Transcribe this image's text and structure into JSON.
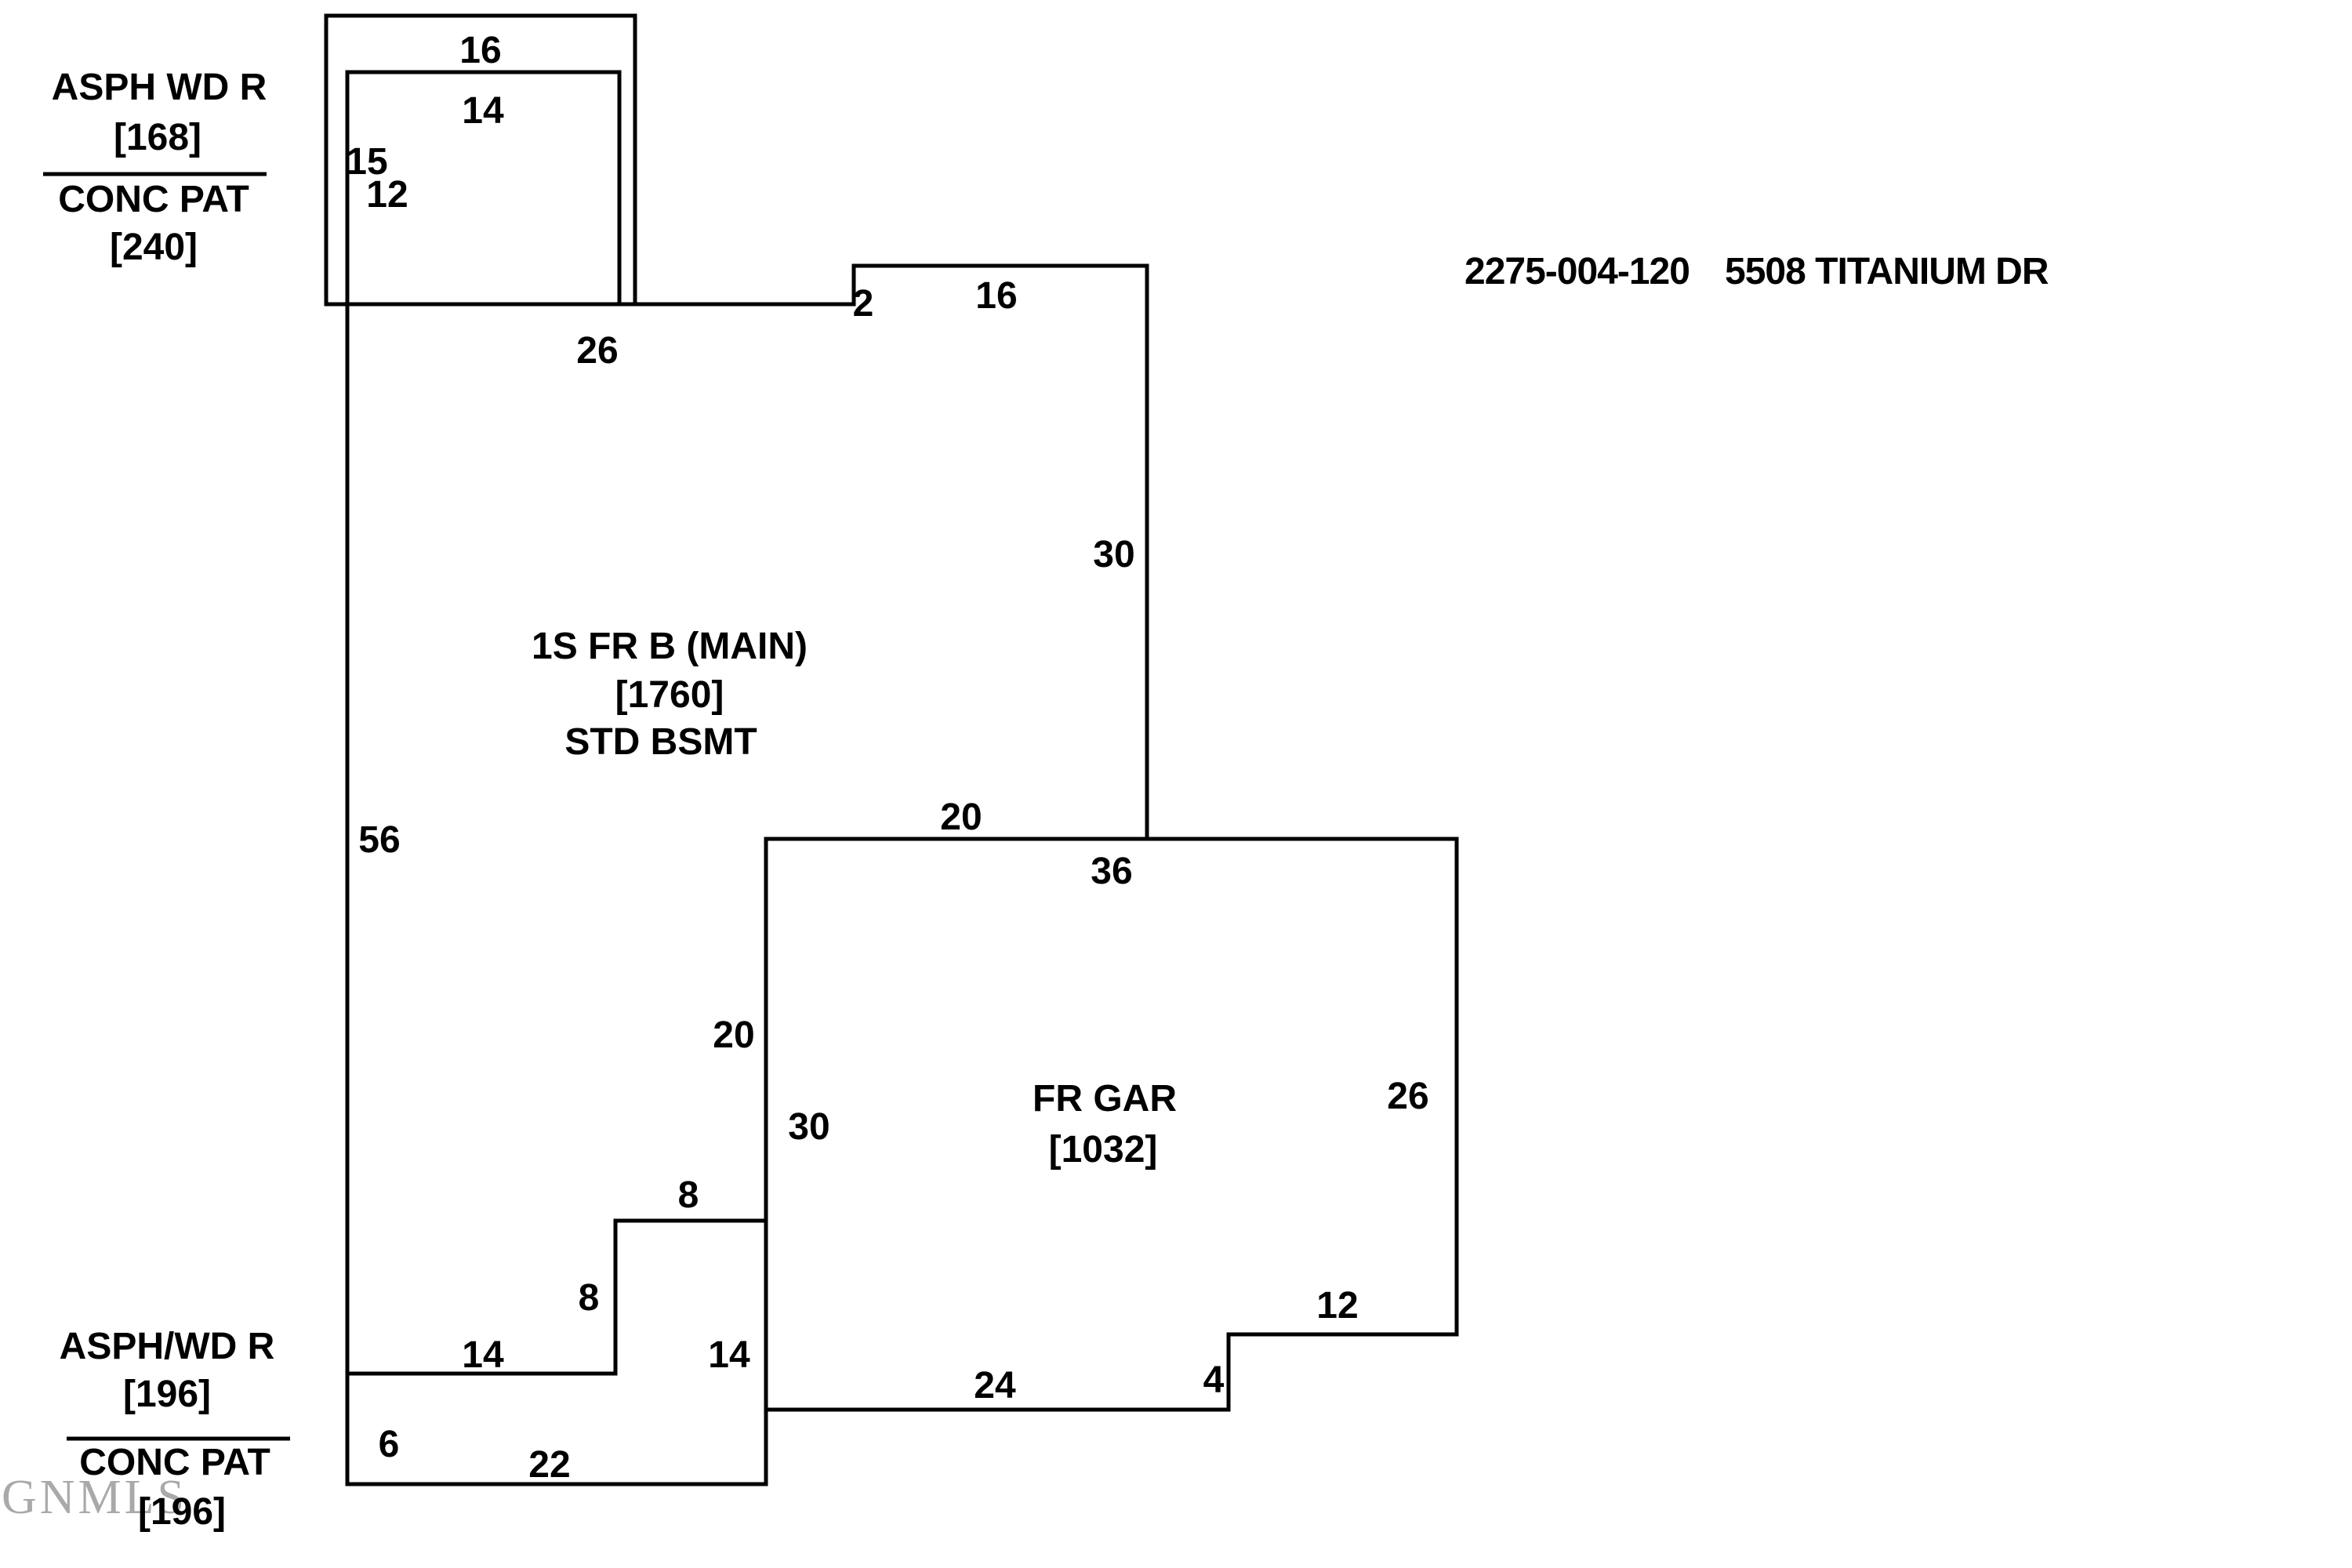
{
  "header": {
    "parcel_id": "2275-004-120",
    "address": "5508 TITANIUM DR"
  },
  "watermark": "GNMLS",
  "structures": {
    "upper_patio": {
      "deck_label": "ASPH WD R",
      "deck_area": "[168]",
      "patio_label": "CONC PAT",
      "patio_area": "[240]"
    },
    "main_house": {
      "label": "1S FR B (MAIN)",
      "area": "[1760]",
      "basement_label": "STD BSMT"
    },
    "garage": {
      "label": "FR GAR",
      "area": "[1032]"
    },
    "lower_patio": {
      "deck_label": "ASPH/WD R",
      "deck_area": "[196]",
      "patio_label": "CONC PAT",
      "patio_area": "[196]"
    }
  },
  "dimensions": {
    "upper_patio_outer_width": "16",
    "upper_patio_inner_width": "14",
    "upper_patio_outer_depth": "15",
    "upper_patio_inner_depth": "12",
    "main_top_left_width": "26",
    "main_top_jog": "2",
    "main_top_right_width": "16",
    "main_right_height": "30",
    "main_bottom_width": "20",
    "garage_top_width": "36",
    "main_left_height": "56",
    "garage_left_upper_height": "20",
    "garage_left_height": "30",
    "main_step_width": "8",
    "main_step_height": "8",
    "main_bottom_left_width": "14",
    "lower_patio_right_height": "14",
    "lower_patio_left_height": "6",
    "lower_patio_bottom_width": "22",
    "garage_bottom_width": "24",
    "garage_step_height": "4",
    "garage_step_width": "12",
    "garage_right_height": "26"
  }
}
